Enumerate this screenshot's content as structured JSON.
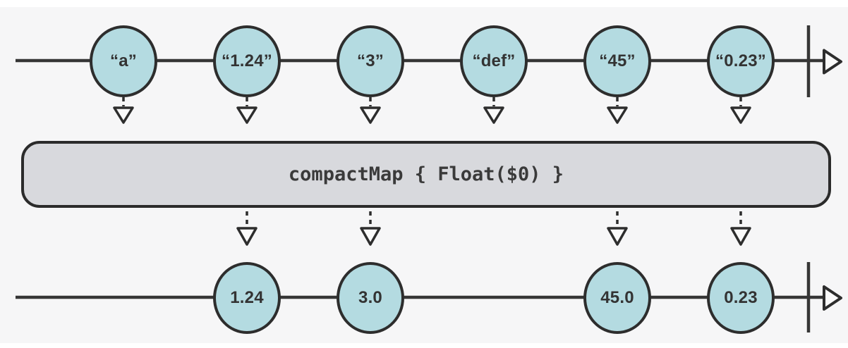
{
  "diagram": {
    "kind": "marble-diagram",
    "operator": {
      "label": "compactMap { Float($0) }"
    },
    "streams": {
      "input": {
        "marbles": [
          {
            "label": "“a”"
          },
          {
            "label": "“1.24”"
          },
          {
            "label": "“3”"
          },
          {
            "label": "“def”"
          },
          {
            "label": "“45”"
          },
          {
            "label": "“0.23”"
          }
        ],
        "completed": true
      },
      "output": {
        "marbles": [
          {
            "label": "1.24"
          },
          {
            "label": "3.0"
          },
          {
            "label": "45.0"
          },
          {
            "label": "0.23"
          }
        ],
        "completed": true
      }
    },
    "colors": {
      "background_panel": "#f6f6f7",
      "marble_fill": "#b4dbe1",
      "marble_stroke": "#2d2d2d",
      "operator_fill": "#d8d9dd",
      "operator_stroke": "#2b2b2b",
      "line": "#363636",
      "text": "#333333"
    }
  }
}
